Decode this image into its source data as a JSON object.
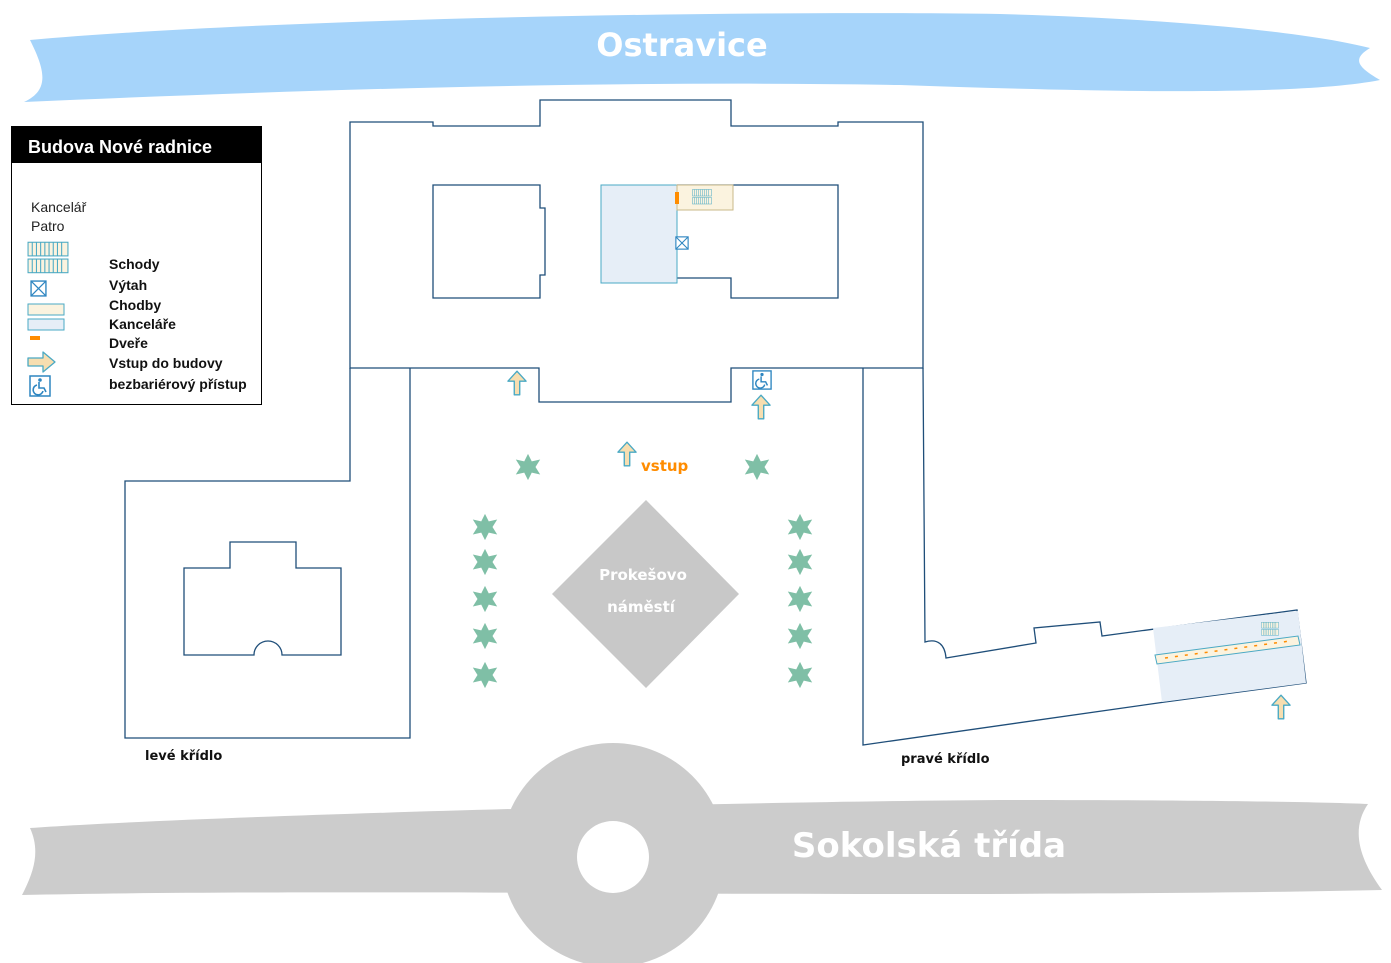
{
  "river": {
    "name": "Ostravice"
  },
  "street": {
    "name": "Sokolská třída"
  },
  "square": {
    "name_line1": "Prokešovo",
    "name_line2": "náměstí"
  },
  "entrance_label": "vstup",
  "left_wing_label": "levé křídlo",
  "right_wing_label": "pravé křídlo",
  "legend": {
    "title": "Budova Nové radnice",
    "office_label": "Kancelář",
    "floor_label": "Patro",
    "items": [
      {
        "icon": "stairs-icon",
        "label": "Schody"
      },
      {
        "icon": "elevator-icon",
        "label": "Výtah"
      },
      {
        "icon": "corridor-swatch",
        "label": "Chodby"
      },
      {
        "icon": "office-swatch",
        "label": "Kanceláře"
      },
      {
        "icon": "door-icon",
        "label": "Dveře"
      },
      {
        "icon": "entrance-arrow-icon",
        "label": "Vstup do budovy"
      },
      {
        "icon": "wheelchair-icon",
        "label": "bezbariérový přístup"
      }
    ]
  },
  "colors": {
    "river": "#a6d4fa",
    "street": "#cccccc",
    "square": "#c8c8c8",
    "wall": "#1f4e79",
    "office": "#e6eef7",
    "corridor": "#fbf3df",
    "door": "#ff8c00",
    "arrow_fill": "#f7deb0",
    "arrow_stroke": "#4aa9c4",
    "tree": "#7fbfa6",
    "entrance_text": "#ff8c00",
    "accessibility": "#2e86c1"
  }
}
